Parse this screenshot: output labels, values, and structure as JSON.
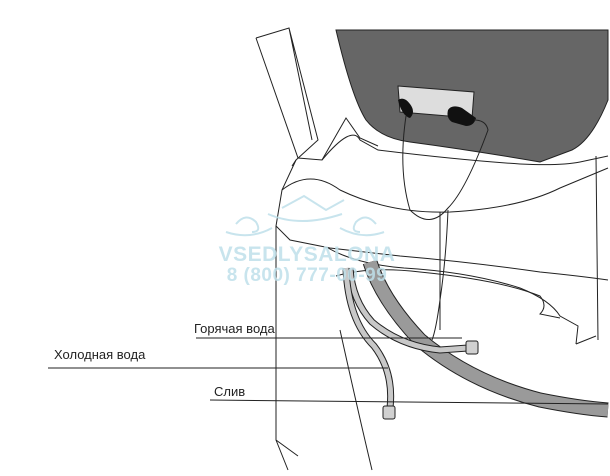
{
  "labels": {
    "hot_water": "Горячая вода",
    "cold_water": "Холодная вода",
    "drain": "Слив"
  },
  "watermark": {
    "brand": "VSEDLYSALONA",
    "phone": "8 (800) 777-00-99"
  },
  "colors": {
    "basin": "#666666",
    "hose": "#9a9a9a",
    "line": "#222222",
    "watermark": "#bfe0ea"
  },
  "icons": {
    "logo": "ornament-crown"
  }
}
